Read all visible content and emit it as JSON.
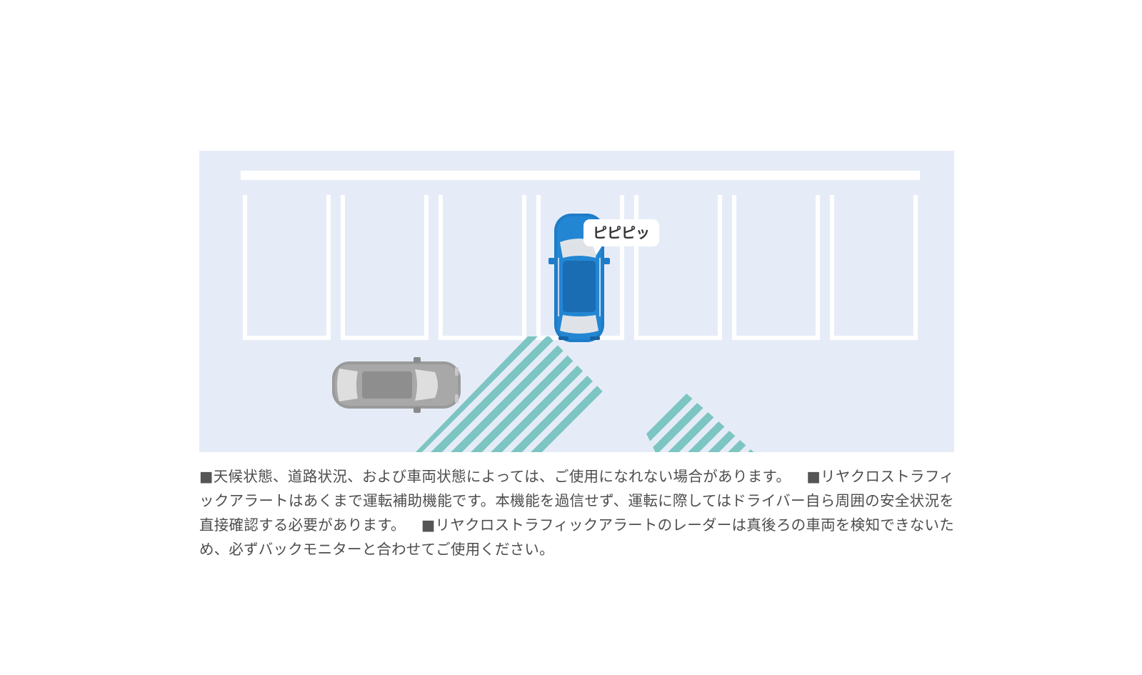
{
  "diagram": {
    "bubble_text": "ピピピッ",
    "colors": {
      "ground": "#e6ecf7",
      "parking_lines": "#ffffff",
      "own_car": "#1e7cc8",
      "other_car": "#9a9a9a",
      "radar_stripes": "#7cc5c2",
      "bubble": "#ffffff"
    },
    "icons": {
      "own_vehicle": "car-topview-blue-icon",
      "approaching_vehicle": "car-topview-gray-icon",
      "alert_bubble": "speech-bubble-icon"
    }
  },
  "notes": [
    {
      "marker": "■",
      "text": "天候状態、道路状況、および車両状態によっては、ご使用になれない場合があります。"
    },
    {
      "marker": "■",
      "text": "リヤクロストラフィックアラートはあくまで運転補助機能です。本機能を過信せず、運転に際してはドライバー自ら周囲の安全状況を直接確認する必要があります。"
    },
    {
      "marker": "■",
      "text": "リヤクロストラフィックアラートのレーダーは真後ろの車両を検知できないため、必ずバックモニターと合わせてご使用ください。"
    }
  ]
}
